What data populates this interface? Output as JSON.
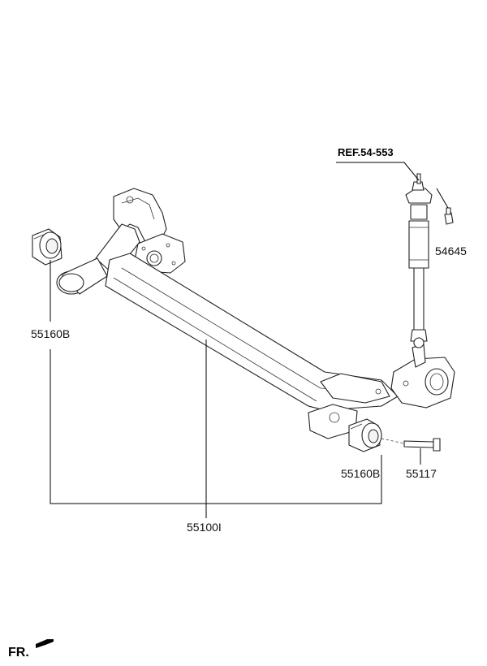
{
  "title": "",
  "labels": {
    "ref": "REF.54-553",
    "bolt_top": "54645",
    "bushing_left": "55160B",
    "bushing_right": "55160B",
    "bolt_right": "55117",
    "axle": "55100I",
    "front": "FR."
  },
  "icons": {
    "front_arrow": "arrow-left-icon"
  }
}
